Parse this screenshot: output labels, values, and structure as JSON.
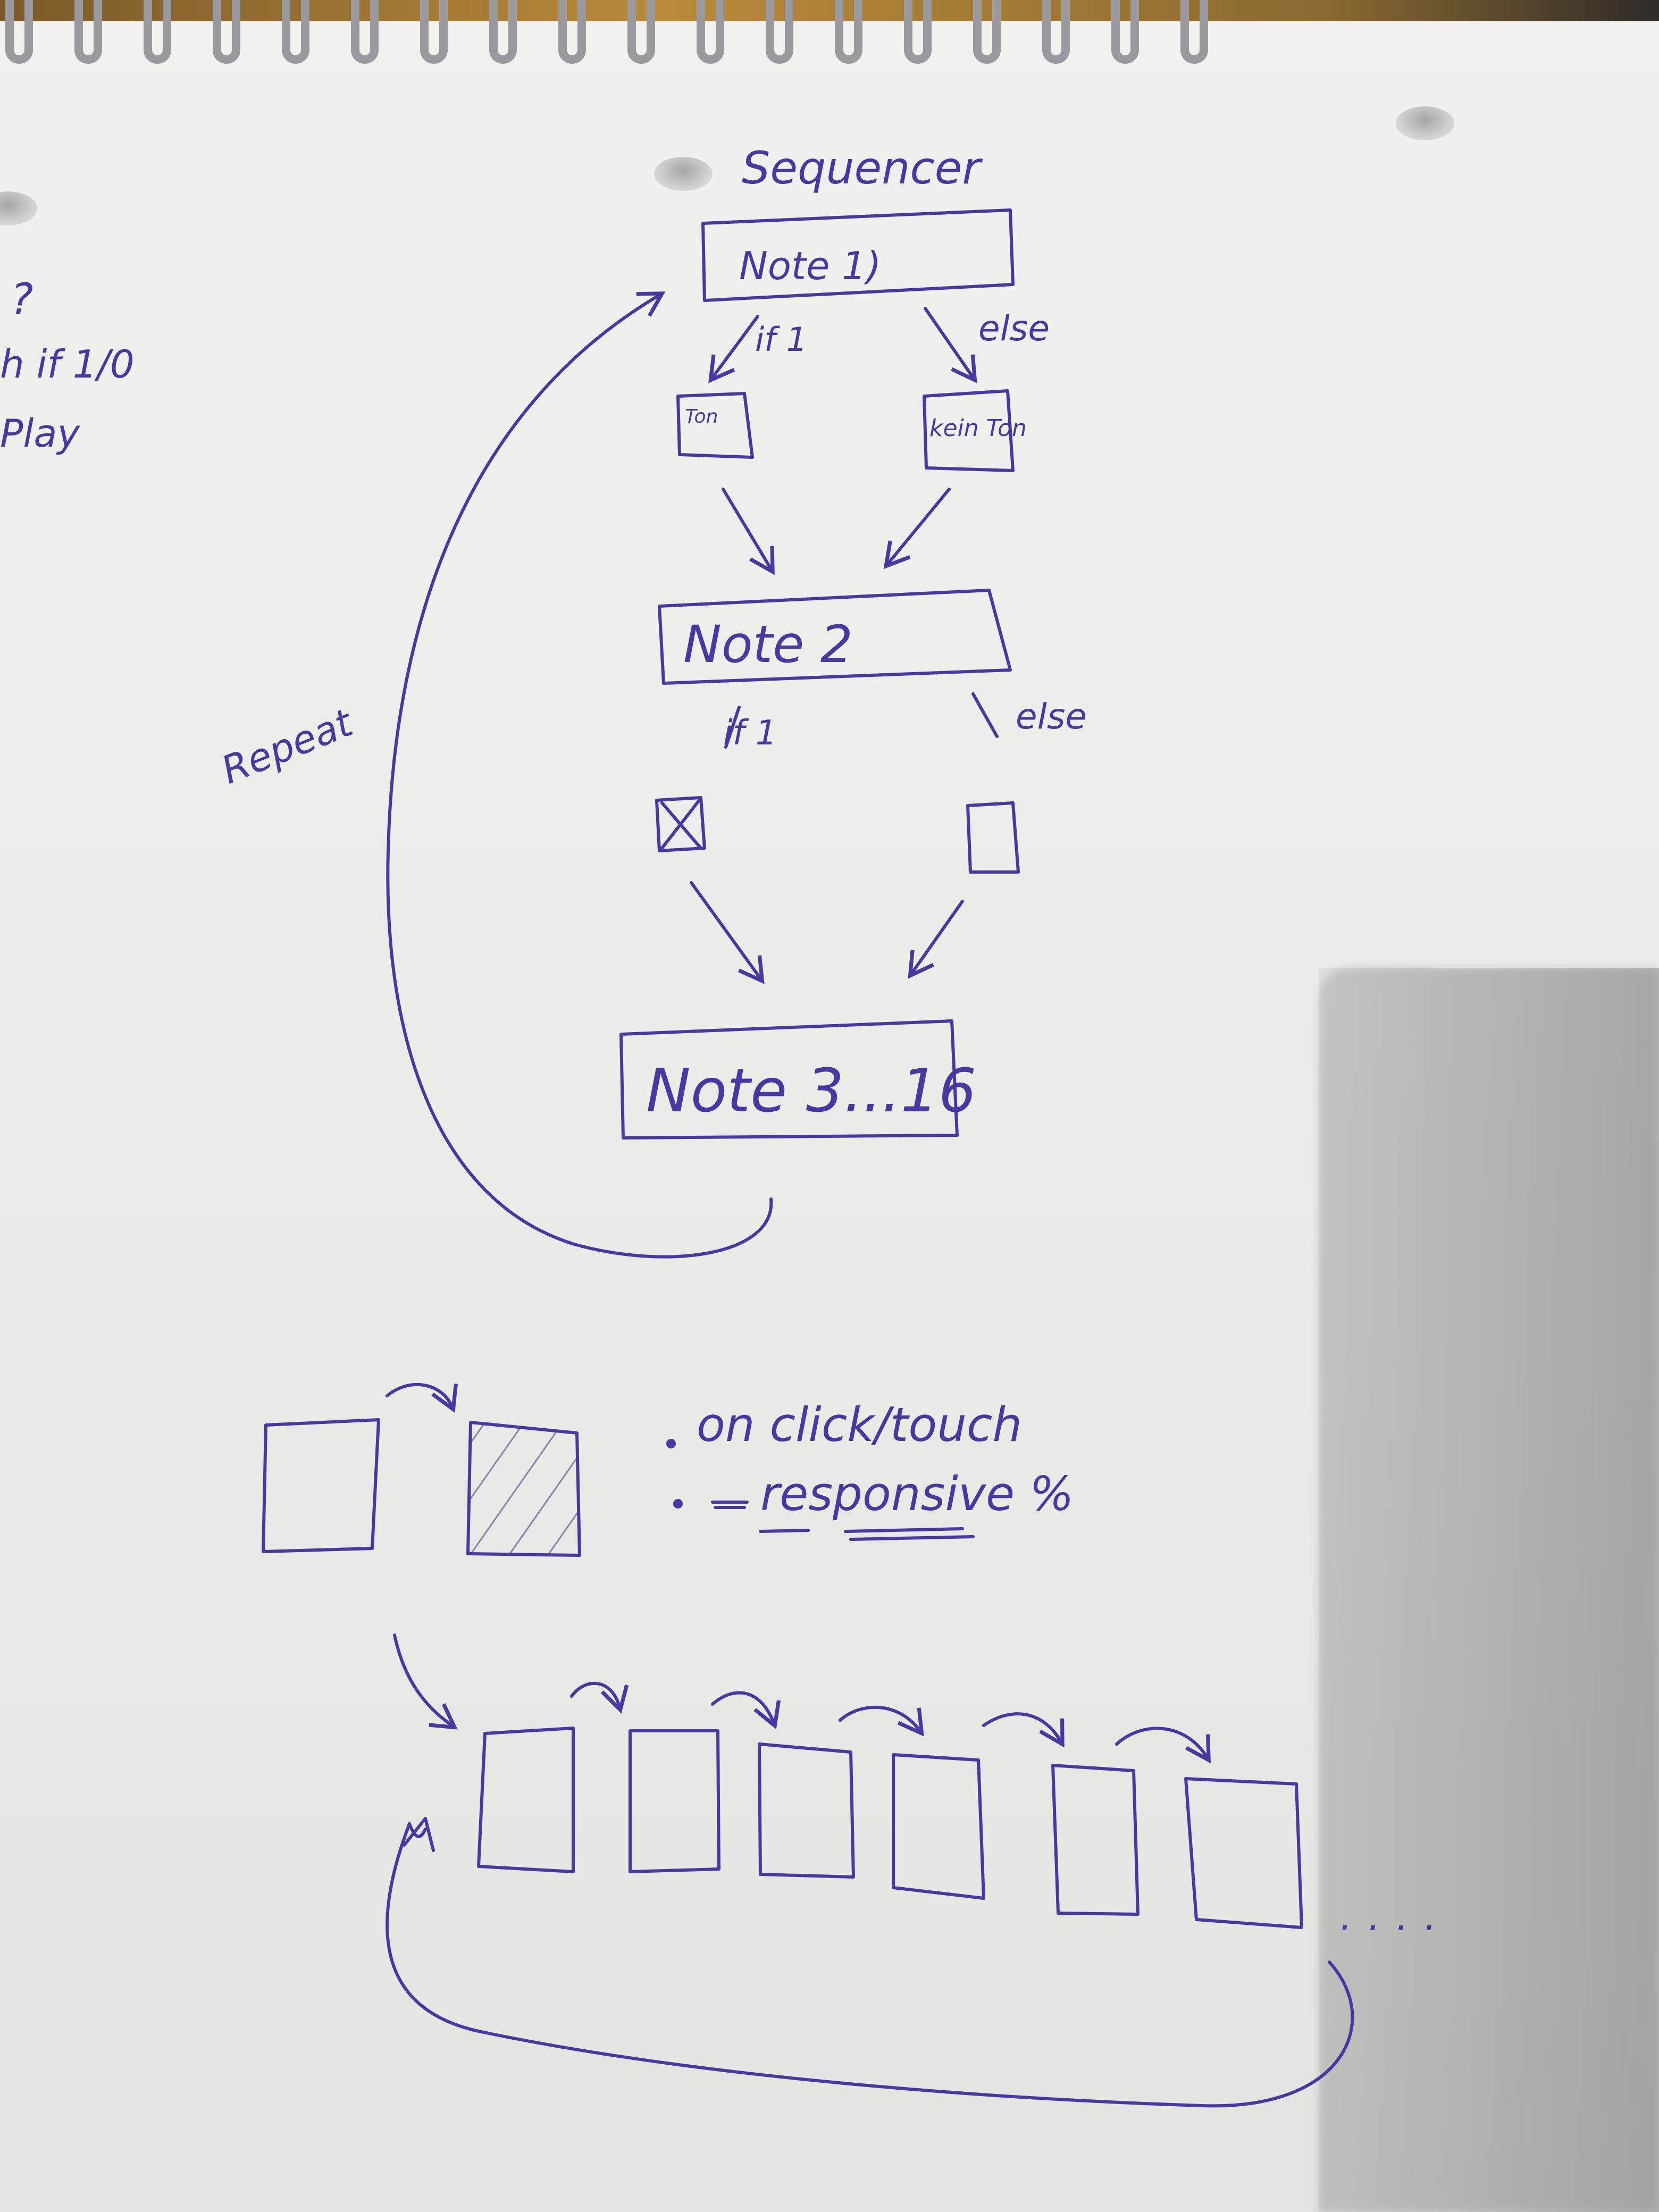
{
  "colors": {
    "ink": "#4a37a0",
    "paper": "#efedea",
    "shadow": "#8e8c90"
  },
  "margin_notes": {
    "line1": "?",
    "line2": "h if 1/0",
    "line3": "Play"
  },
  "flow": {
    "title": "Sequencer",
    "note1": "Note 1)",
    "if1_a": "if 1",
    "else_a": "else",
    "box_ton": "Ton",
    "box_kein_ton": "kein Ton",
    "note2": "Note 2",
    "if1_b": "if 1",
    "else_b": "else",
    "note3": "Note 3...16",
    "repeat": "Repeat"
  },
  "toggle_section": {
    "bullet1": "on click/touch",
    "bullet2": "responsive %"
  },
  "sequence_row": {
    "ellipsis": "...."
  }
}
